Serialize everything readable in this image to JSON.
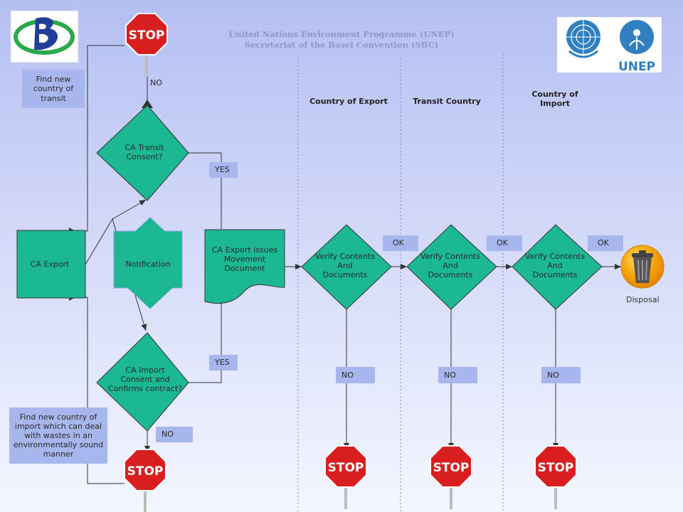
{
  "header": {
    "line1": "United Nations Environment Programme (UNEP)",
    "line2": "Secretariat of the Basel Convention (SBC)",
    "unep_logo_text": "UNEP"
  },
  "columns": {
    "export": "Country of Export",
    "transit": "Transit Country",
    "import": "Country of Import"
  },
  "nodes": {
    "ca_export": "CA Export",
    "notification": "Notification",
    "ca_transit": [
      "CA Transit",
      "Consent?"
    ],
    "ca_import": [
      "CA Import",
      "Consent and",
      "Confirms contract?"
    ],
    "movement_doc": [
      "CA Export issues",
      "Movement",
      "Document"
    ],
    "verify": [
      "Verify Contents",
      "And",
      "Documents"
    ],
    "disposal": "Disposal"
  },
  "notes": {
    "find_transit": "Find new country of transit",
    "find_import": "Find new country of import which can deal with wastes in an environmentally sound manner"
  },
  "labels": {
    "no": "NO",
    "yes": "YES",
    "ok": "OK",
    "stop": "STOP"
  },
  "colors": {
    "shape_fill": "#1cb893",
    "note_fill": "#a7b6ec",
    "stop_red": "#d81e1e",
    "header_text": "#8e98c8"
  }
}
